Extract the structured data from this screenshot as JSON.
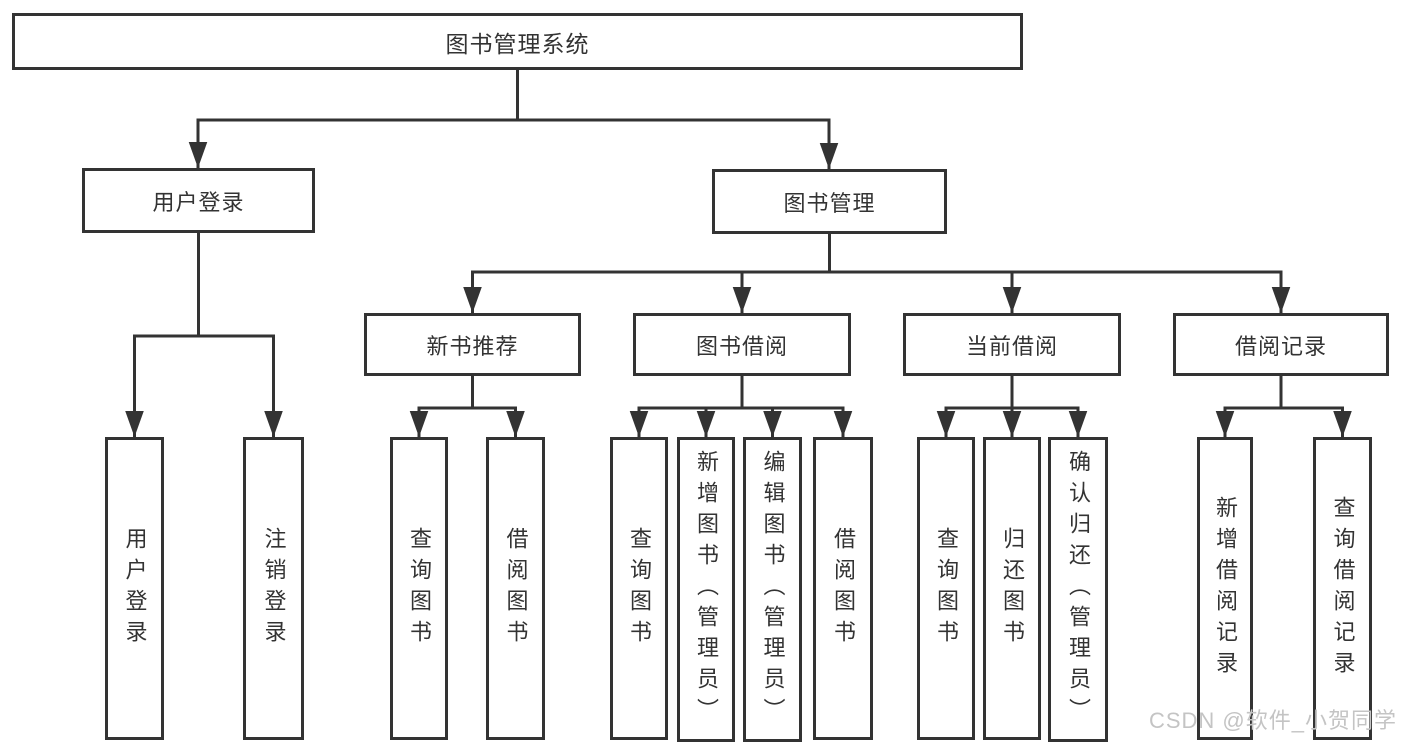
{
  "tree": {
    "root": {
      "label": "图书管理系统"
    },
    "branches": [
      {
        "label": "用户登录",
        "children": [
          "用户登录",
          "注销登录"
        ]
      },
      {
        "label": "图书管理",
        "groups": [
          {
            "label": "新书推荐",
            "children": [
              "查询图书",
              "借阅图书"
            ]
          },
          {
            "label": "图书借阅",
            "children": [
              "查询图书",
              "新增图书（管理员）",
              "编辑图书（管理员）",
              "借阅图书"
            ]
          },
          {
            "label": "当前借阅",
            "children": [
              "查询图书",
              "归还图书",
              "确认归还（管理员）"
            ]
          },
          {
            "label": "借阅记录",
            "children": [
              "新增借阅记录",
              "查询借阅记录"
            ]
          }
        ]
      }
    ]
  },
  "watermark": {
    "text": "CSDN @软件_小贺同学"
  },
  "colors": {
    "line": "#333333",
    "box_border": "#333333",
    "text": "#333333",
    "watermark": "#c4c4c4",
    "background": "#ffffff"
  }
}
